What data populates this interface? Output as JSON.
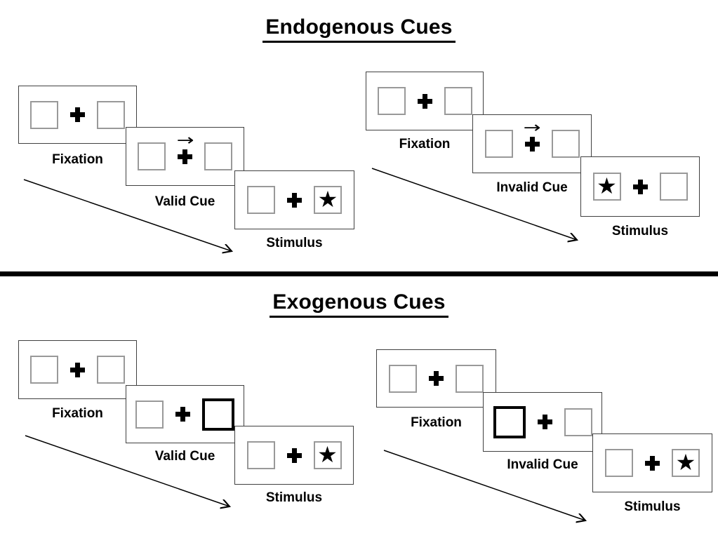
{
  "diagram": {
    "sections": [
      {
        "title": "Endogenous Cues",
        "groups": [
          {
            "name": "valid-trial",
            "panels": [
              {
                "label": "Fixation",
                "left_box": "empty",
                "right_box": "empty"
              },
              {
                "label": "Valid Cue",
                "cue": "central arrow pointing right",
                "left_box": "empty",
                "right_box": "empty"
              },
              {
                "label": "Stimulus",
                "left_box": "empty",
                "right_box": "star"
              }
            ]
          },
          {
            "name": "invalid-trial",
            "panels": [
              {
                "label": "Fixation",
                "left_box": "empty",
                "right_box": "empty"
              },
              {
                "label": "Invalid Cue",
                "cue": "central arrow pointing right",
                "left_box": "empty",
                "right_box": "empty"
              },
              {
                "label": "Stimulus",
                "left_box": "star",
                "right_box": "empty"
              }
            ]
          }
        ]
      },
      {
        "title": "Exogenous Cues",
        "groups": [
          {
            "name": "valid-trial",
            "panels": [
              {
                "label": "Fixation",
                "left_box": "empty",
                "right_box": "empty"
              },
              {
                "label": "Valid Cue",
                "cue": "right box highlighted",
                "left_box": "empty",
                "right_box": "highlighted"
              },
              {
                "label": "Stimulus",
                "left_box": "empty",
                "right_box": "star"
              }
            ]
          },
          {
            "name": "invalid-trial",
            "panels": [
              {
                "label": "Fixation",
                "left_box": "empty",
                "right_box": "empty"
              },
              {
                "label": "Invalid Cue",
                "cue": "left box highlighted",
                "left_box": "highlighted",
                "right_box": "empty"
              },
              {
                "label": "Stimulus",
                "left_box": "empty",
                "right_box": "star"
              }
            ]
          }
        ]
      }
    ]
  },
  "icons": {
    "star": "★",
    "cue_arrow": "→"
  },
  "colors": {
    "background": "#ffffff",
    "ink": "#000000",
    "panel_border": "#404040",
    "box_border": "#999999",
    "divider": "#000000"
  }
}
